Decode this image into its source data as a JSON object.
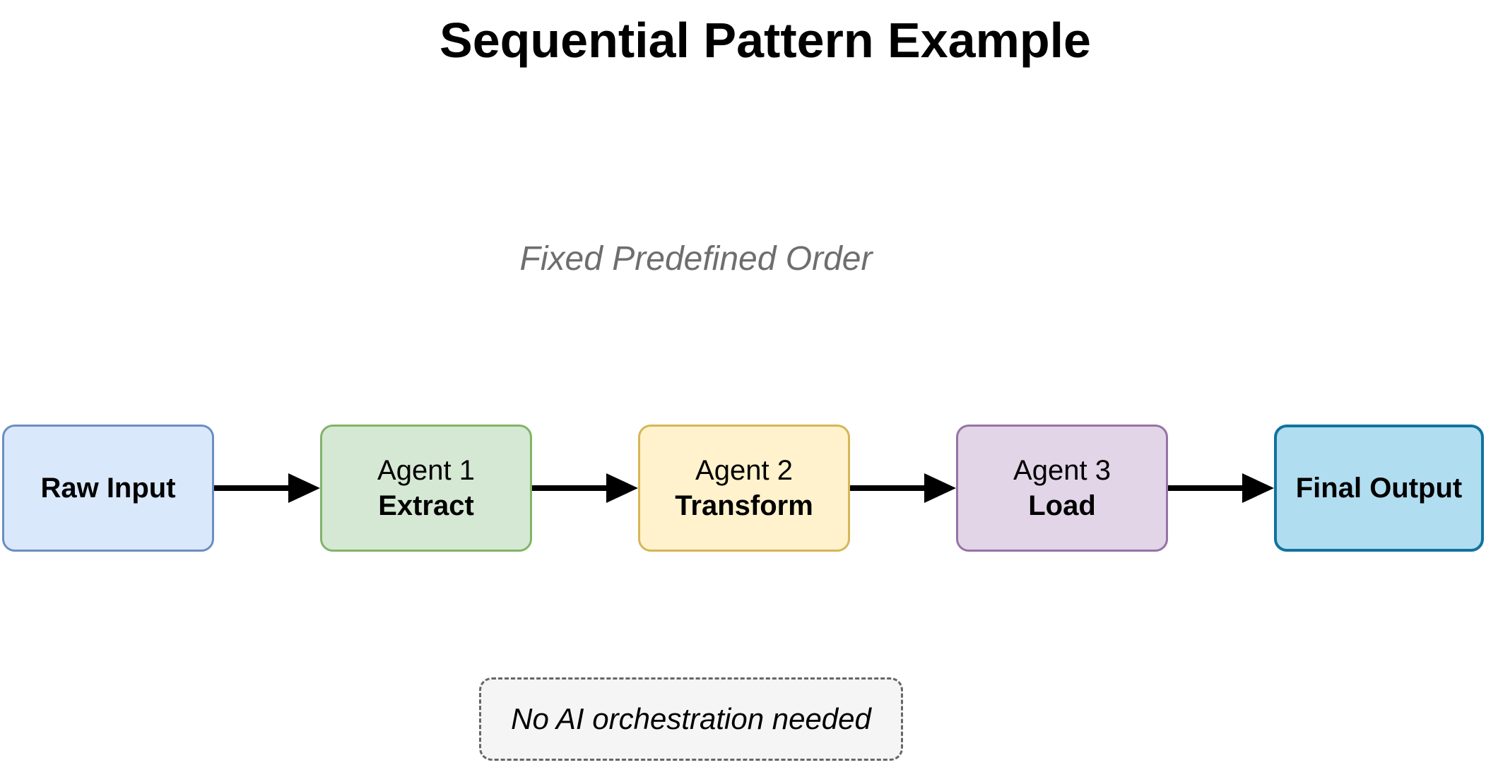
{
  "title": "Sequential Pattern Example",
  "subtitle": "Fixed Predefined Order",
  "note": {
    "text": "No AI orchestration needed",
    "fill": "#f5f5f5",
    "border": "#666666",
    "text_color": "#000000"
  },
  "text_colors": {
    "title": "#000000",
    "subtitle": "#6e6e6e"
  },
  "diagram": {
    "type": "flowchart",
    "direction": "left-to-right",
    "arrow_color": "#000000",
    "nodes": [
      {
        "name": "raw-input",
        "lines": [
          {
            "text": "Raw Input",
            "bold": true
          }
        ],
        "fill": "#dae8fc",
        "stroke": "#6c8ebf",
        "stroke_width": 3
      },
      {
        "name": "agent-1-extract",
        "lines": [
          {
            "text": "Agent 1",
            "bold": false
          },
          {
            "text": "Extract",
            "bold": true
          }
        ],
        "fill": "#d5e8d4",
        "stroke": "#82b366",
        "stroke_width": 3
      },
      {
        "name": "agent-2-transform",
        "lines": [
          {
            "text": "Agent 2",
            "bold": false
          },
          {
            "text": "Transform",
            "bold": true
          }
        ],
        "fill": "#fff2cc",
        "stroke": "#d6b656",
        "stroke_width": 3
      },
      {
        "name": "agent-3-load",
        "lines": [
          {
            "text": "Agent 3",
            "bold": false
          },
          {
            "text": "Load",
            "bold": true
          }
        ],
        "fill": "#e1d5e7",
        "stroke": "#9673a6",
        "stroke_width": 3
      },
      {
        "name": "final-output",
        "lines": [
          {
            "text": "Final Output",
            "bold": true
          }
        ],
        "fill": "#b1ddf0",
        "stroke": "#10739e",
        "stroke_width": 4
      }
    ],
    "edges": [
      {
        "from": "raw-input",
        "to": "agent-1-extract"
      },
      {
        "from": "agent-1-extract",
        "to": "agent-2-transform"
      },
      {
        "from": "agent-2-transform",
        "to": "agent-3-load"
      },
      {
        "from": "agent-3-load",
        "to": "final-output"
      }
    ]
  }
}
